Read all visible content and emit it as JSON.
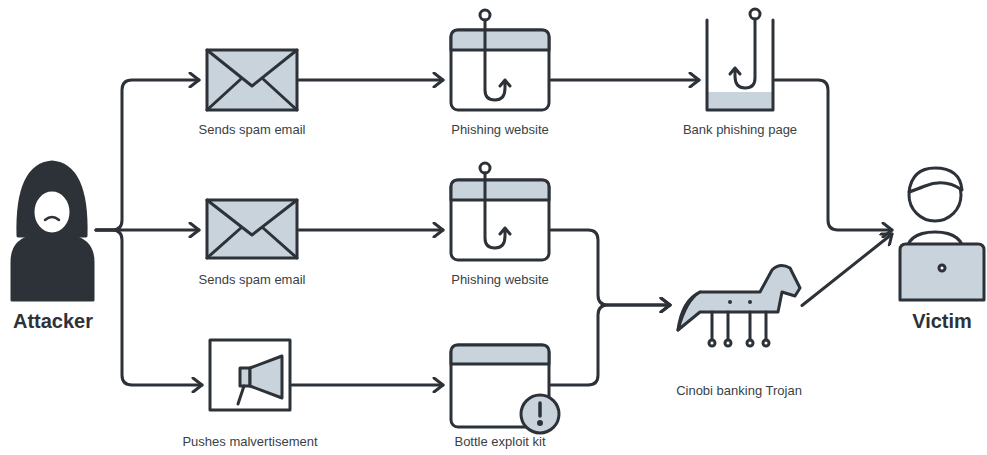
{
  "diagram": {
    "nodes": [
      {
        "text": [
          "Attacker"
        ]
      },
      {
        "text": [
          "Sends spam email"
        ]
      },
      {
        "text": [
          "Phishing website"
        ]
      },
      {
        "text": [
          "Bank phishing page"
        ]
      },
      {
        "text": [
          "Sends spam email"
        ]
      },
      {
        "text": [
          "Phishing website"
        ]
      },
      {
        "text": [
          "Pushes malvertisement"
        ]
      },
      {
        "text": [
          "Bottle exploit kit"
        ]
      },
      {
        "text": [
          "Cinobi banking Trojan"
        ]
      },
      {
        "text": [
          "Victim"
        ]
      }
    ],
    "edges": [
      {
        "from": 0,
        "to": 1,
        "arrow": "to"
      },
      {
        "from": 0,
        "to": 4,
        "arrow": "to"
      },
      {
        "from": 0,
        "to": 6,
        "arrow": "to"
      },
      {
        "from": 1,
        "to": 2,
        "arrow": "to"
      },
      {
        "from": 2,
        "to": 3,
        "arrow": "to"
      },
      {
        "from": 3,
        "to": 9,
        "arrow": "to"
      },
      {
        "from": 4,
        "to": 5,
        "arrow": "to"
      },
      {
        "from": 5,
        "to": 8,
        "arrow": "to"
      },
      {
        "from": 6,
        "to": 7,
        "arrow": "to"
      },
      {
        "from": 7,
        "to": 8,
        "arrow": "to"
      },
      {
        "from": 8,
        "to": 9,
        "arrow": "to"
      }
    ]
  }
}
